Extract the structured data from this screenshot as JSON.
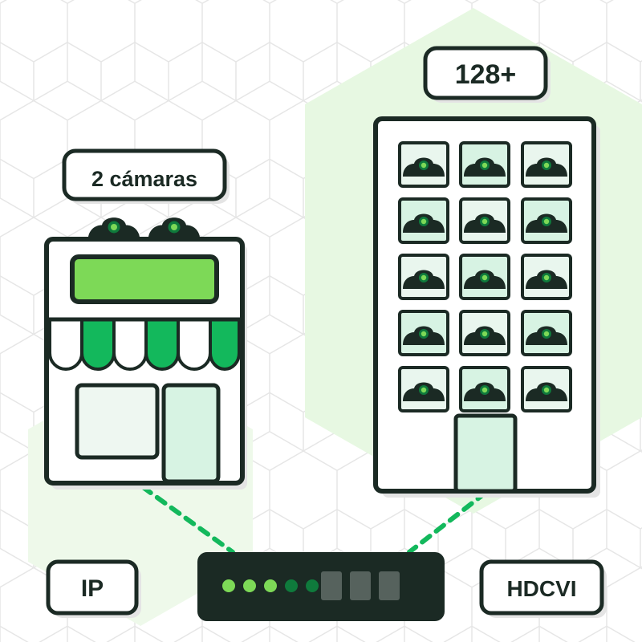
{
  "store": {
    "camera_count_label": "2 cámaras"
  },
  "building": {
    "camera_count_label": "128+"
  },
  "connections": {
    "left_label": "IP",
    "right_label": "HDCVI"
  },
  "recorder": {
    "leds_on": 5,
    "slots": 3
  },
  "colors": {
    "outline": "#1b2a24",
    "green_bright": "#7dd957",
    "green_mid": "#13b85c",
    "green_dark": "#0f7a3c",
    "mint": "#d7f3e3",
    "hex_bg": "#dff5d8"
  }
}
